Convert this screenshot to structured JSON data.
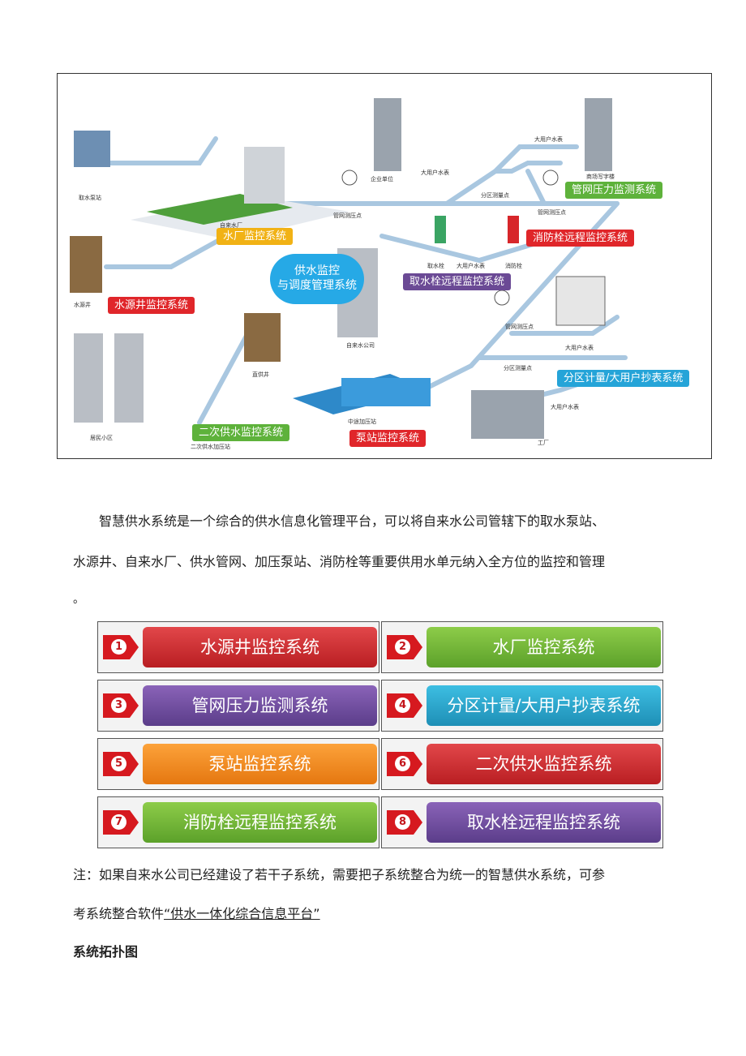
{
  "figure": {
    "tags": {
      "water_plant": "水厂监控系统",
      "source_well": "水源井监控系统",
      "pipe_pressure": "管网压力监测系统",
      "hydrant": "消防栓远程监控系统",
      "intake_hydrant": "取水栓远程监控系统",
      "zone_metering": "分区计量/大用户抄表系统",
      "secondary_supply": "二次供水监控系统",
      "pump_station": "泵站监控系统"
    },
    "cloud_line1": "供水监控",
    "cloud_line2": "与调度管理系统",
    "labels": {
      "intake_pump": "取水泵站",
      "plant": "自来水厂",
      "enterprise": "企业单位",
      "big_meter1": "大用户水表",
      "big_meter2": "大用户水表",
      "big_meter3": "大用户水表",
      "big_meter4": "大用户水表",
      "big_meter5": "大用户水表",
      "commercial": "商场写字楼",
      "zone_point1": "分区测量点",
      "zone_point2": "分区测量点",
      "pressure_point1": "管网测压点",
      "pressure_point2": "管网测压点",
      "pressure_point3": "管网测压点",
      "intake_valve": "取水栓",
      "hydrant_small": "消防栓",
      "well": "水源井",
      "company": "自来水公司",
      "direct_well": "直供井",
      "community": "居民小区",
      "secondary_station": "二次供水加压站",
      "booster": "中途加压站",
      "factory": "工厂"
    }
  },
  "intro_line1": "智慧供水系统是一个综合的供水信息化管理平台，可以将自来水公司管辖下的取水泵站、",
  "intro_line2": "水源井、自来水厂、供水管网、加压泵站、消防栓等重要供用水单元纳入全方位的监控和管理",
  "intro_line3": "。",
  "systems": [
    {
      "num": "1",
      "label": "水源井监控系统",
      "color": "red"
    },
    {
      "num": "2",
      "label": "水厂监控系统",
      "color": "green"
    },
    {
      "num": "3",
      "label": "管网压力监测系统",
      "color": "purple"
    },
    {
      "num": "4",
      "label": "分区计量/大用户抄表系统",
      "color": "cyan"
    },
    {
      "num": "5",
      "label": "泵站监控系统",
      "color": "orange"
    },
    {
      "num": "6",
      "label": "二次供水监控系统",
      "color": "red"
    },
    {
      "num": "7",
      "label": "消防栓远程监控系统",
      "color": "green"
    },
    {
      "num": "8",
      "label": "取水栓远程监控系统",
      "color": "purple"
    }
  ],
  "note_line1": "注：如果自来水公司已经建设了若干子系统，需要把子系统整合为统一的智慧供水系统，可参",
  "note_line2_prefix": "考系统整合软件",
  "note_link": "“供水一体化综合信息平台”",
  "heading": "系统拓扑图"
}
